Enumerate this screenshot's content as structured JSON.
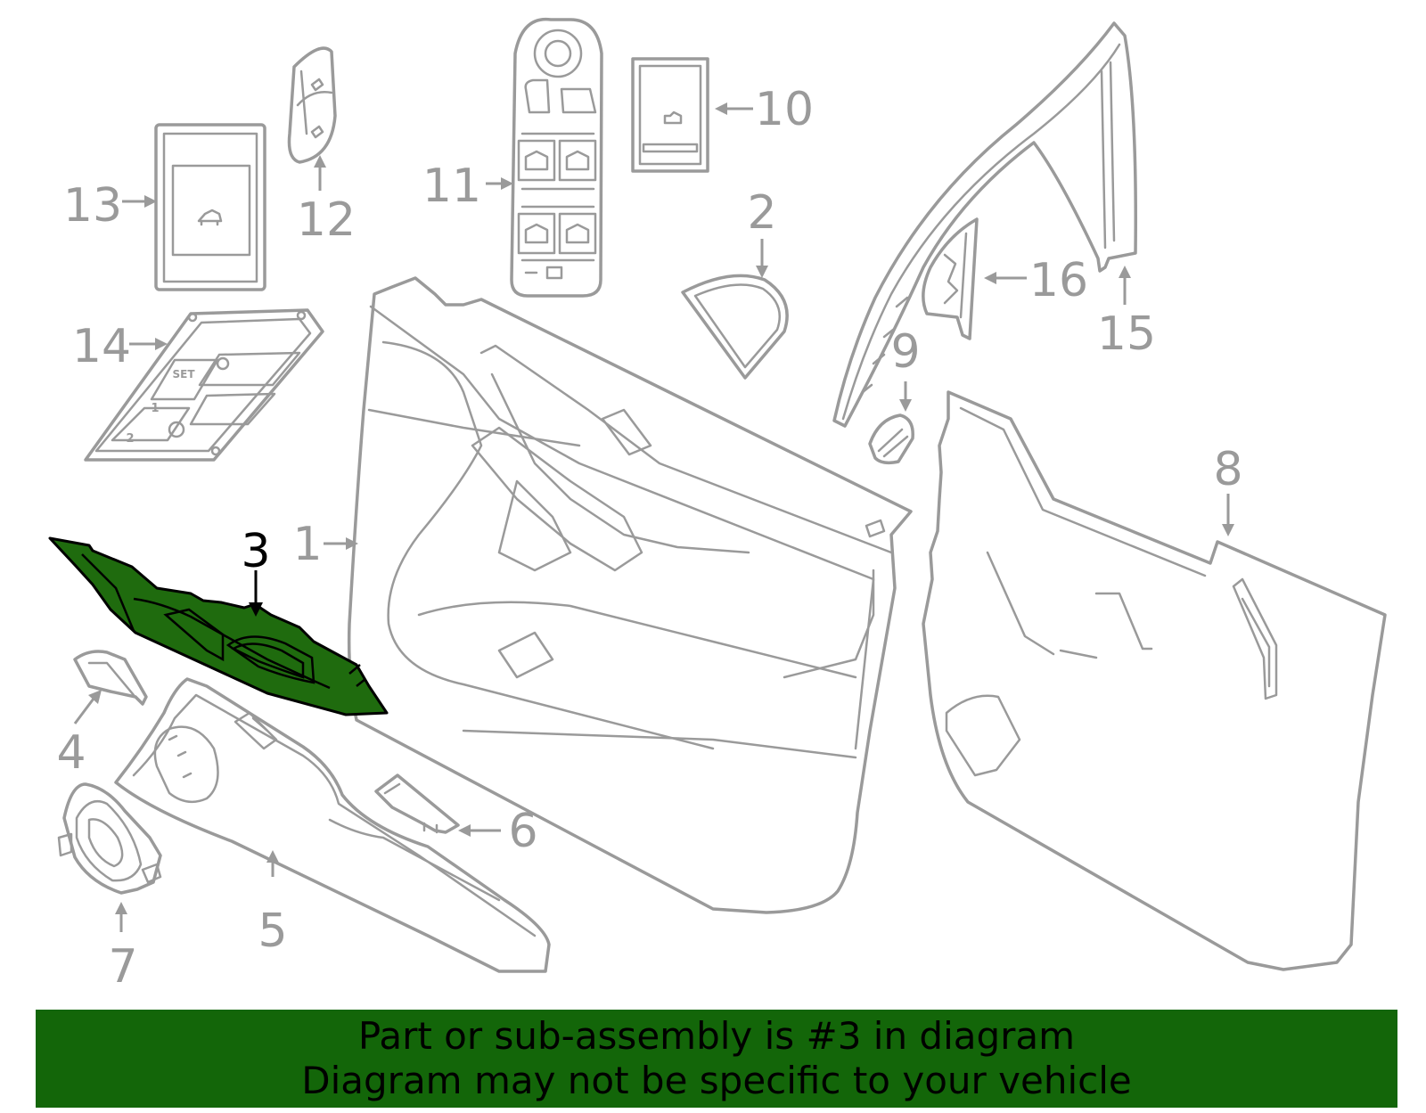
{
  "colors": {
    "highlight_fill": "#1f6b0e",
    "banner_fill": "#136609",
    "line_gray": "#9a9a9a",
    "highlight_outline": "#000000"
  },
  "highlighted_part": "3",
  "callouts": [
    {
      "id": "1",
      "label": "1"
    },
    {
      "id": "2",
      "label": "2"
    },
    {
      "id": "3",
      "label": "3"
    },
    {
      "id": "4",
      "label": "4"
    },
    {
      "id": "5",
      "label": "5"
    },
    {
      "id": "6",
      "label": "6"
    },
    {
      "id": "7",
      "label": "7"
    },
    {
      "id": "8",
      "label": "8"
    },
    {
      "id": "9",
      "label": "9"
    },
    {
      "id": "10",
      "label": "10"
    },
    {
      "id": "11",
      "label": "11"
    },
    {
      "id": "12",
      "label": "12"
    },
    {
      "id": "13",
      "label": "13"
    },
    {
      "id": "14",
      "label": "14"
    },
    {
      "id": "15",
      "label": "15"
    },
    {
      "id": "16",
      "label": "16"
    }
  ],
  "part_markings": {
    "memory_set": "SET",
    "memory_1": "1",
    "memory_2": "2"
  },
  "banner": {
    "line1": "Part or sub-assembly is #3 in diagram",
    "line2": "Diagram may not be specific to your vehicle"
  }
}
